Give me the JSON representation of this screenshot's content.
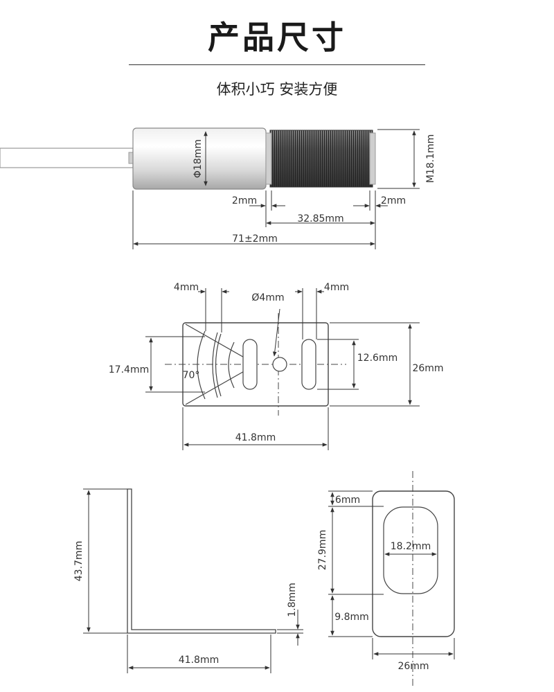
{
  "title": "产品尺寸",
  "subtitle": "体积小巧 安装方便",
  "sensor": {
    "diameter": "Φ18mm",
    "thread": "M18.1mm",
    "left_gap": "2mm",
    "right_gap": "2mm",
    "thread_length": "32.85mm",
    "total_length": "71±2mm"
  },
  "bracket_top": {
    "left_slot": "4mm",
    "right_slot": "4mm",
    "hole": "Ø4mm",
    "height_left": "17.4mm",
    "height_slot": "12.6mm",
    "height_total": "26mm",
    "angle": "70°",
    "width": "41.8mm"
  },
  "bracket_side": {
    "height": "43.7mm",
    "thickness": "1.8mm",
    "width": "41.8mm"
  },
  "bracket_front": {
    "top_margin": "6mm",
    "slot_height": "27.9mm",
    "slot_width": "18.2mm",
    "bottom_margin": "9.8mm",
    "width": "26mm"
  },
  "colors": {
    "line": "#333333",
    "metal": "#b5b5b5",
    "thread": "#4a4a4a"
  }
}
